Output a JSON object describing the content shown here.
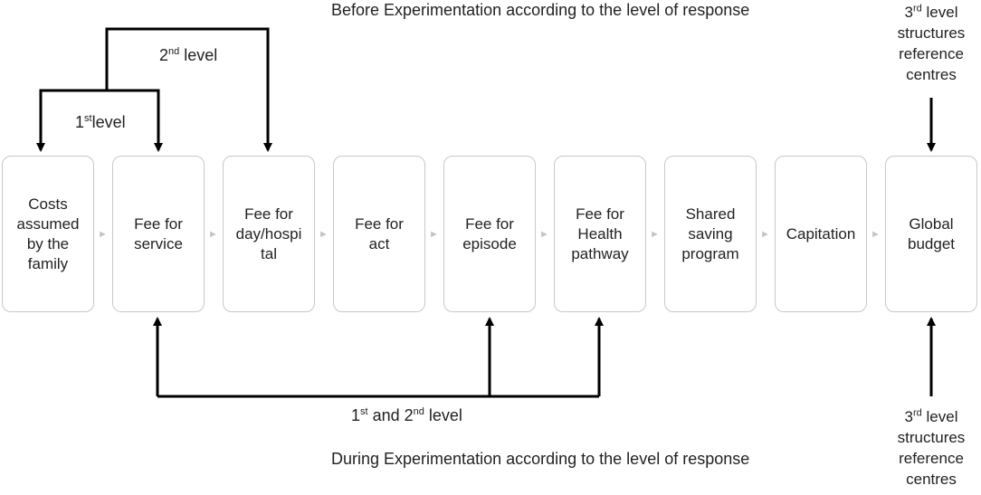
{
  "headings": {
    "top": "Before Experimentation according to the level of response",
    "bottom": "During Experimentation according to the level of response"
  },
  "boxes": [
    "Costs\nassumed\nby the\nfamily",
    "Fee for\nservice",
    "Fee for\nday/hospi\ntal",
    "Fee for\nact",
    "Fee for\nepisode",
    "Fee for\nHealth\npathway",
    "Shared\nsaving\nprogram",
    "Capitation",
    "Global\nbudget"
  ],
  "connector_labels": {
    "first_level": {
      "num": "1",
      "sup": "st",
      "text": "level"
    },
    "second_level": {
      "num": "2",
      "sup": "nd",
      "text": " level"
    },
    "first_and_second": {
      "num1": "1",
      "sup1": "st",
      "mid": " and 2",
      "sup2": "nd",
      "text": " level"
    }
  },
  "side_labels": {
    "top": {
      "num": "3",
      "sup": "rd",
      "line1_rest": " level",
      "line2": "structures",
      "line3": "reference",
      "line4": "centres"
    },
    "bottom": {
      "num": "3",
      "sup": "rd",
      "line1_rest": " level",
      "line2": "structures",
      "line3": "reference",
      "line4": "centres"
    }
  },
  "chevron_glyph": "►"
}
